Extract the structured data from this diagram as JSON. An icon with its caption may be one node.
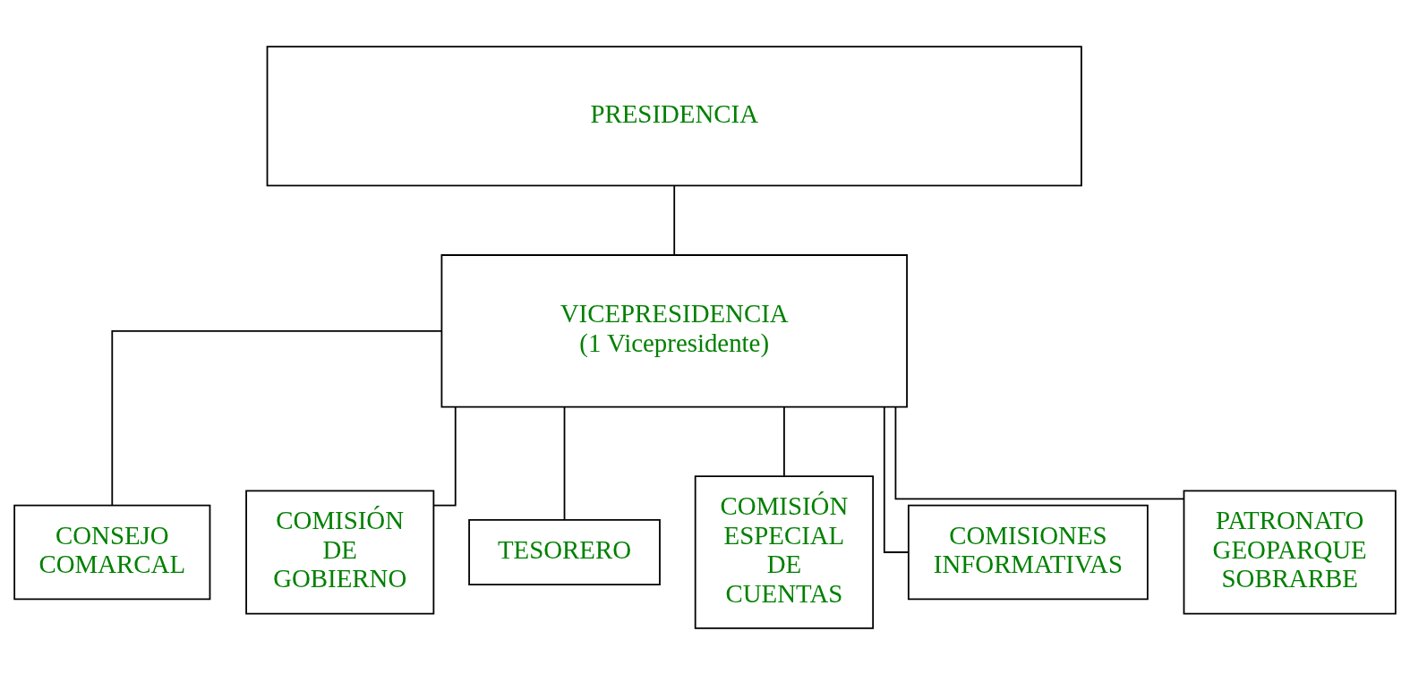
{
  "diagram": {
    "nodes": [
      {
        "text": [
          "PRESIDENCIA"
        ]
      },
      {
        "text": [
          "VICEPRESIDENCIA",
          "(1 Vicepresidente)"
        ]
      },
      {
        "text": [
          "CONSEJO COMARCAL"
        ]
      },
      {
        "text": [
          "COMISIÓN DE GOBIERNO"
        ]
      },
      {
        "text": [
          "TESORERO"
        ]
      },
      {
        "text": [
          "COMISIÓN ESPECIAL DE CUENTAS"
        ]
      },
      {
        "text": [
          "COMISIONES INFORMATIVAS"
        ]
      },
      {
        "text": [
          "PATRONATO GEOPARQUE SOBRARBE"
        ]
      }
    ],
    "edges": [
      {
        "from": 0,
        "to": 1,
        "arrow": "none"
      },
      {
        "from": 1,
        "to": 2,
        "arrow": "none"
      },
      {
        "from": 1,
        "to": 3,
        "arrow": "none"
      },
      {
        "from": 1,
        "to": 4,
        "arrow": "none"
      },
      {
        "from": 1,
        "to": 5,
        "arrow": "none"
      },
      {
        "from": 1,
        "to": 6,
        "arrow": "none"
      },
      {
        "from": 1,
        "to": 7,
        "arrow": "none"
      }
    ]
  }
}
